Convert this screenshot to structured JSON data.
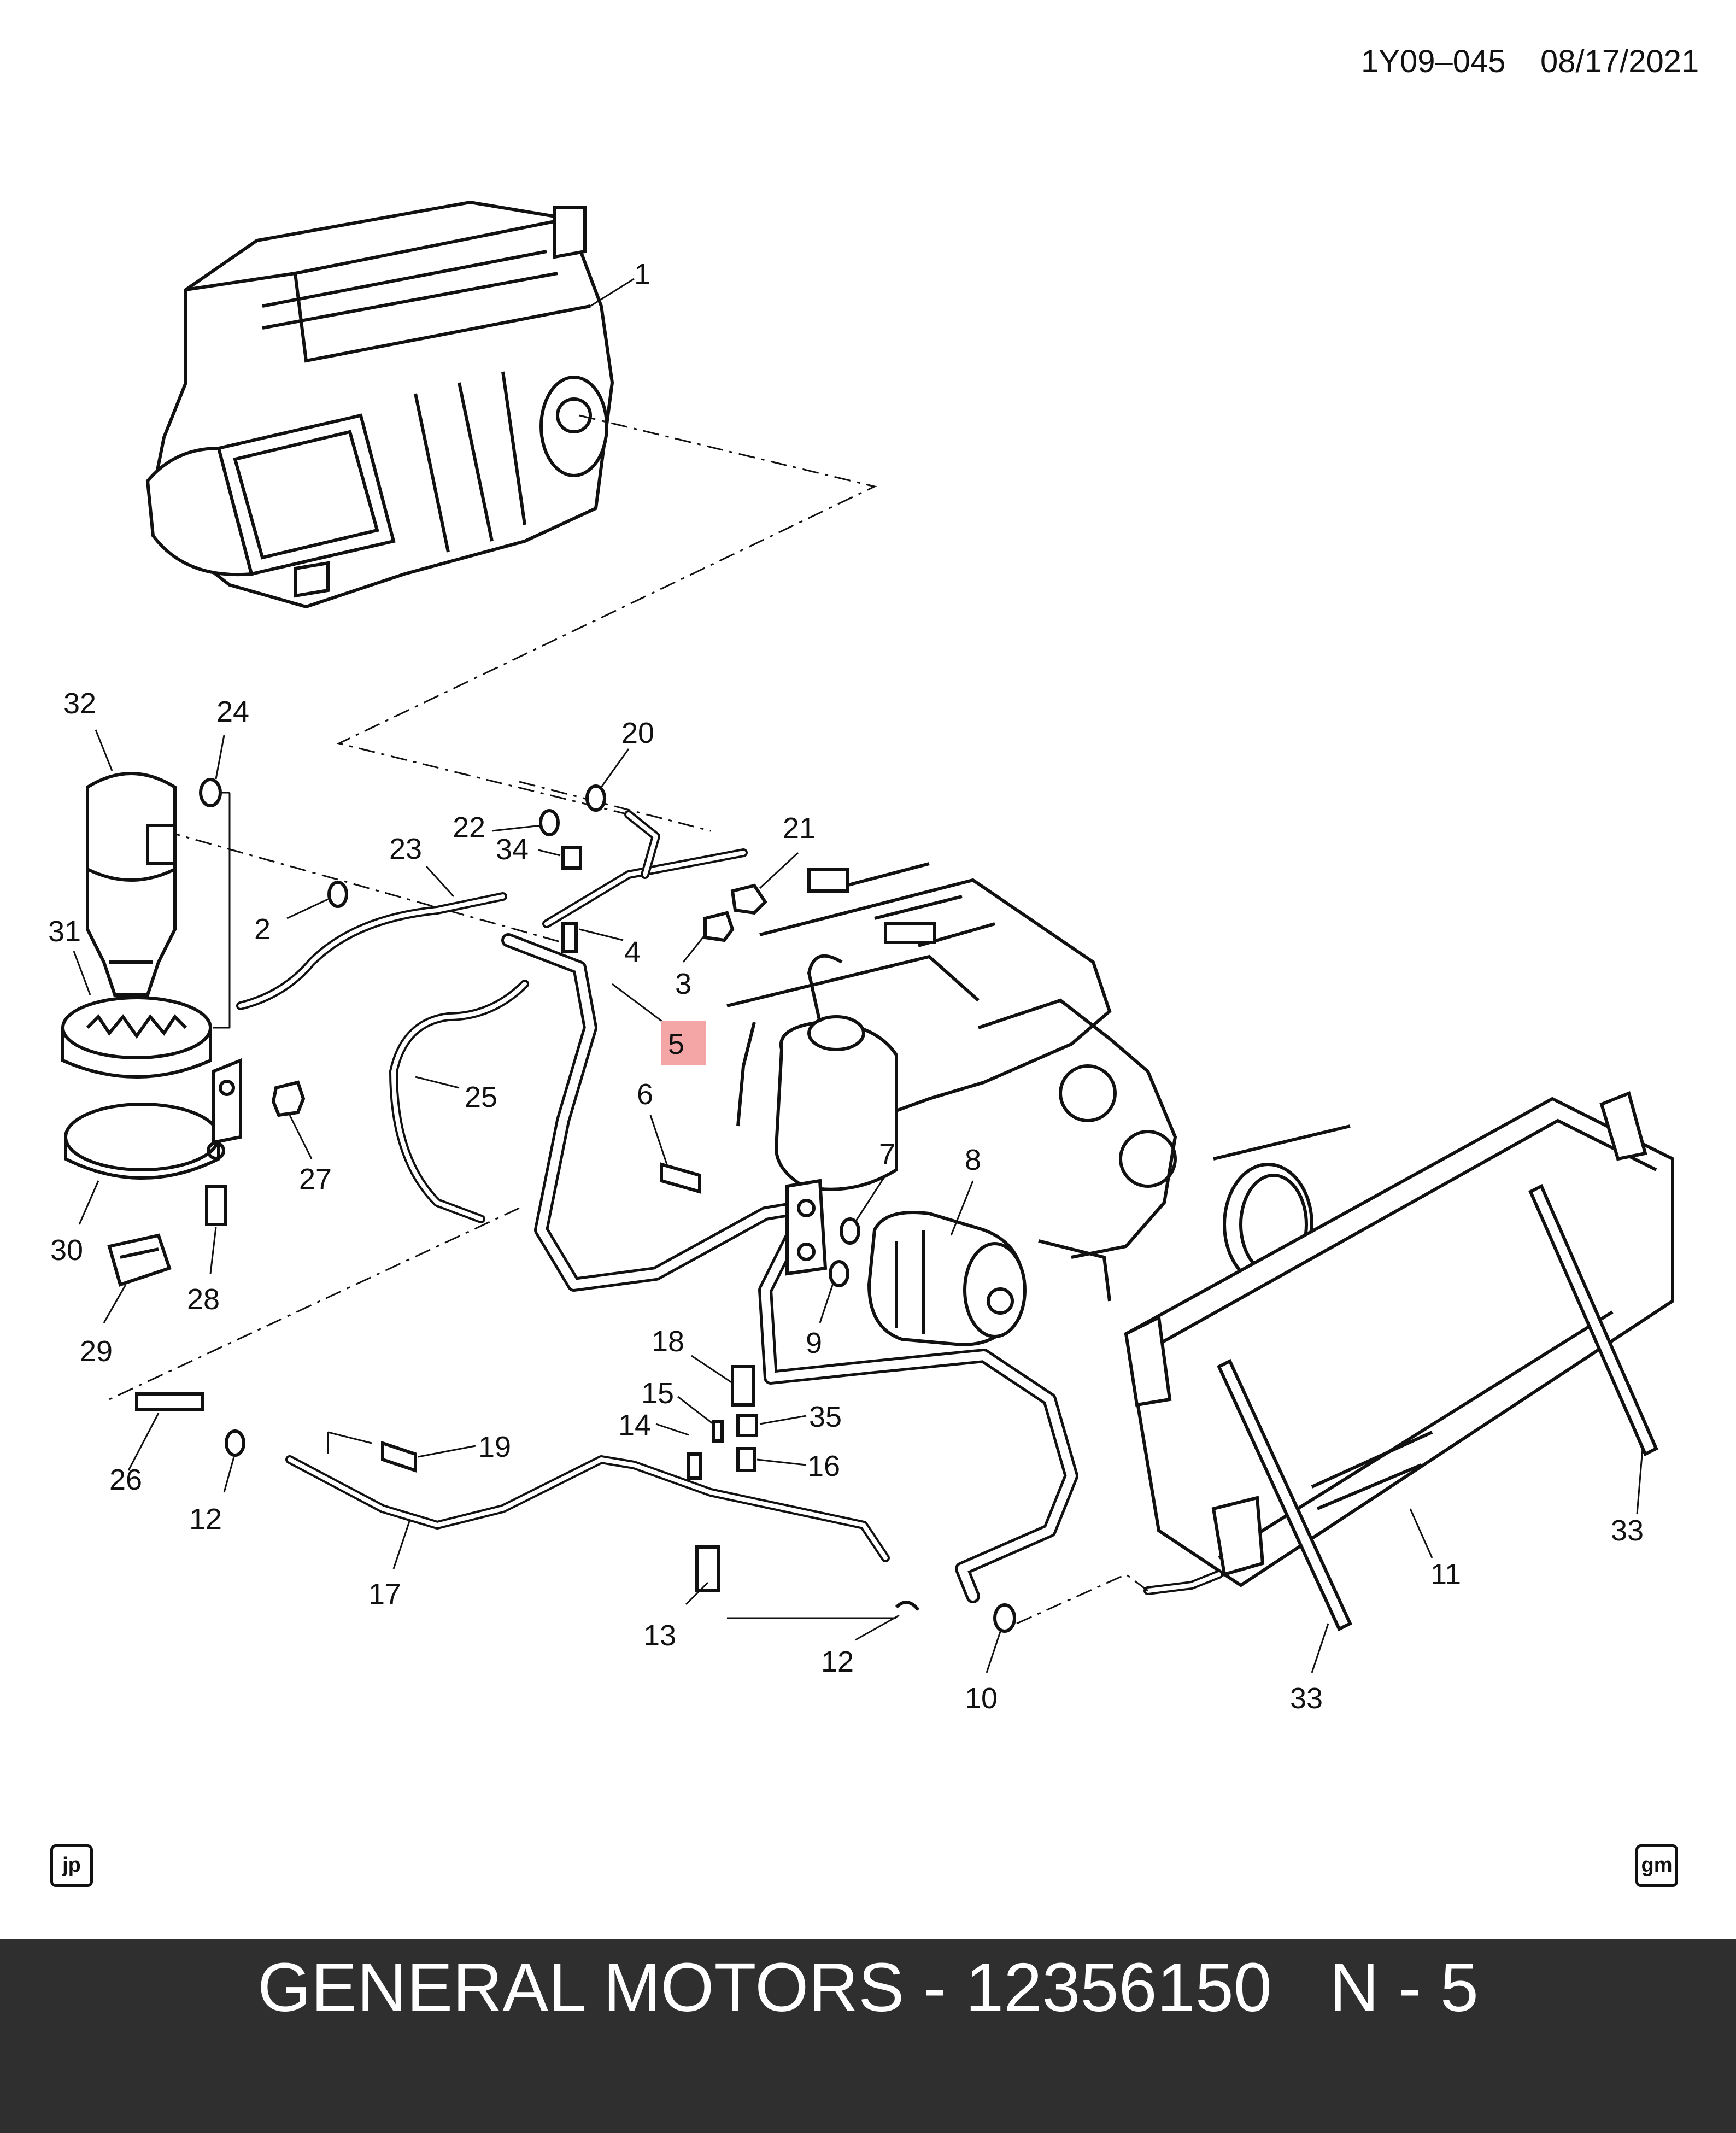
{
  "header": {
    "diagram_id": "1Y09–045",
    "date": "08/17/2021"
  },
  "callouts": [
    {
      "id": "c1",
      "label": "1"
    },
    {
      "id": "c2",
      "label": "2"
    },
    {
      "id": "c3",
      "label": "3"
    },
    {
      "id": "c4",
      "label": "4"
    },
    {
      "id": "c5",
      "label": "5"
    },
    {
      "id": "c6",
      "label": "6"
    },
    {
      "id": "c7",
      "label": "7"
    },
    {
      "id": "c8",
      "label": "8"
    },
    {
      "id": "c9",
      "label": "9"
    },
    {
      "id": "c10",
      "label": "10"
    },
    {
      "id": "c11",
      "label": "11"
    },
    {
      "id": "c12a",
      "label": "12"
    },
    {
      "id": "c12b",
      "label": "12"
    },
    {
      "id": "c13",
      "label": "13"
    },
    {
      "id": "c14",
      "label": "14"
    },
    {
      "id": "c15",
      "label": "15"
    },
    {
      "id": "c16",
      "label": "16"
    },
    {
      "id": "c17",
      "label": "17"
    },
    {
      "id": "c18",
      "label": "18"
    },
    {
      "id": "c19",
      "label": "19"
    },
    {
      "id": "c20",
      "label": "20"
    },
    {
      "id": "c21",
      "label": "21"
    },
    {
      "id": "c22",
      "label": "22"
    },
    {
      "id": "c23",
      "label": "23"
    },
    {
      "id": "c24",
      "label": "24"
    },
    {
      "id": "c25",
      "label": "25"
    },
    {
      "id": "c26",
      "label": "26"
    },
    {
      "id": "c27",
      "label": "27"
    },
    {
      "id": "c28",
      "label": "28"
    },
    {
      "id": "c29",
      "label": "29"
    },
    {
      "id": "c30",
      "label": "30"
    },
    {
      "id": "c31",
      "label": "31"
    },
    {
      "id": "c32",
      "label": "32"
    },
    {
      "id": "c33a",
      "label": "33"
    },
    {
      "id": "c33b",
      "label": "33"
    },
    {
      "id": "c34",
      "label": "34"
    },
    {
      "id": "c35",
      "label": "35"
    }
  ],
  "highlight_label": "5",
  "highlight_color": "#f4a6a6",
  "badges": {
    "left": "jp",
    "right": "gm"
  },
  "footer": {
    "text": "GENERAL MOTORS - 12356150   N - 5"
  }
}
